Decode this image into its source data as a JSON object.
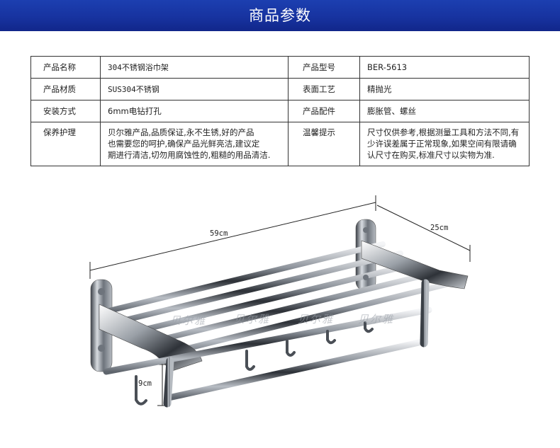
{
  "banner": {
    "title": "商品参数"
  },
  "specs": {
    "rows": [
      {
        "label1": "产品名称",
        "value1": "304不锈钢浴巾架",
        "label2": "产品型号",
        "value2": "BER-5613"
      },
      {
        "label1": "产品材质",
        "value1": "SUS304不锈钢",
        "label2": "表面工艺",
        "value2": "精抛光"
      },
      {
        "label1": "安装方式",
        "value1": "6mm电钻打孔",
        "label2": "产品配件",
        "value2": "膨胀管、螺丝"
      }
    ],
    "care": {
      "label1": "保养护理",
      "value1_lines": [
        "贝尔雅产品,品质保证,永不生锈,好的产品",
        "也需要您的呵护,确保产品光鲜亮洁,建议定",
        "期进行清洁,切勿用腐蚀性的,粗糙的用品清洁."
      ],
      "label2": "温馨提示",
      "value2_lines": [
        "尺寸仅供参考,根据测量工具和方法不同,有",
        "少许误差属于正常现象,如果空间有限请确",
        "认尺寸在购买,标准尺寸以实物为准."
      ]
    }
  },
  "dimensions": {
    "length": "59cm",
    "depth": "25cm",
    "hook_drop": "9cm"
  },
  "watermark": "贝尔雅",
  "colors": {
    "banner": "#1733a0",
    "border": "#333333"
  }
}
